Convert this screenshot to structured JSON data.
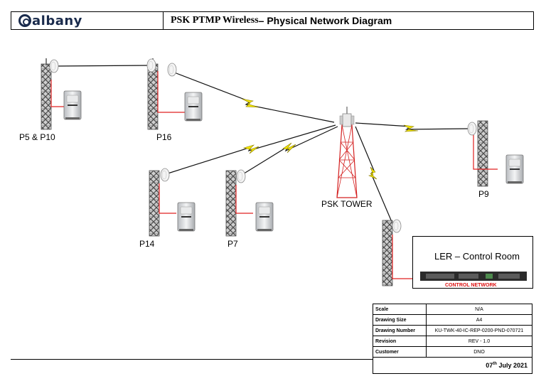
{
  "header": {
    "logo_text": "albany",
    "title_part1": "PSK PTMP Wireless",
    "title_part2": " – Physical Network Diagram"
  },
  "sites": {
    "p5_p10": "P5 & P10",
    "p16": "P16",
    "psk_tower": "PSK TOWER",
    "p9": "P9",
    "p14": "P14",
    "p7": "P7"
  },
  "control_room": {
    "title": "LER – Control Room",
    "network_label": "CONTROL NETWORK"
  },
  "info_table": {
    "rows": [
      {
        "key": "Scale",
        "value": "N/A"
      },
      {
        "key": "Drawing Size",
        "value": "A4"
      },
      {
        "key": "Drawing Number",
        "value": "KU-TWK-40-IC-REP-0200-PND-070721"
      },
      {
        "key": "Revision",
        "value": "REV - 1.0"
      },
      {
        "key": "Customer",
        "value": "DNO"
      }
    ],
    "date_day": "07",
    "date_suffix": "th",
    "date_rest": " July 2021"
  },
  "colors": {
    "lightning": "#f2e400",
    "tower_red": "#d42020",
    "cable_red": "#e02020",
    "mast_grey": "#555555"
  }
}
